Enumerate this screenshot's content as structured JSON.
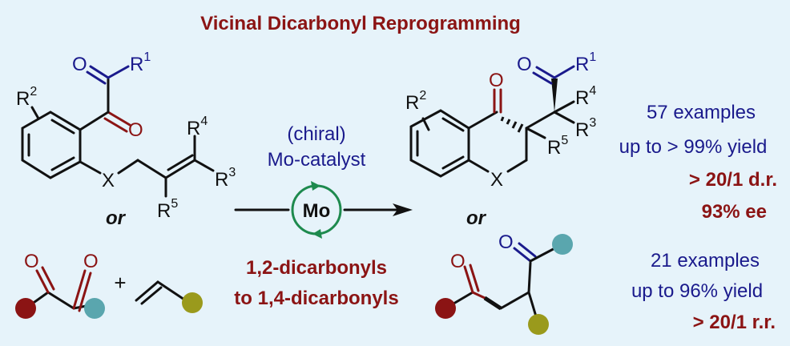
{
  "title": "Vicinal Dicarbonyl Reprogramming",
  "substituents": {
    "R": "R",
    "r1": "1",
    "r2": "2",
    "r3": "3",
    "r4": "4",
    "r5": "5",
    "X": "X",
    "O": "O"
  },
  "or_label": "or",
  "plus": "+",
  "conditions": {
    "line1": "(chiral)",
    "line2": "Mo-catalyst",
    "catalyst_symbol": "Mo"
  },
  "transformation": {
    "line1": "1,2-dicarbonyls",
    "line2": "to 1,4-dicarbonyls"
  },
  "results_top": {
    "examples": "57 examples",
    "yield": "up to > 99% yield",
    "dr": "> 20/1 d.r.",
    "ee": "93% ee"
  },
  "results_bottom": {
    "examples": "21 examples",
    "yield": "up to 96% yield",
    "rr": "> 20/1 r.r."
  },
  "colors": {
    "background": "#e6f3fa",
    "red": "#8b1414",
    "blue": "#1a1a8c",
    "green": "#1e8a4e",
    "teal": "#5aa6ae",
    "olive": "#9a9a1c"
  }
}
